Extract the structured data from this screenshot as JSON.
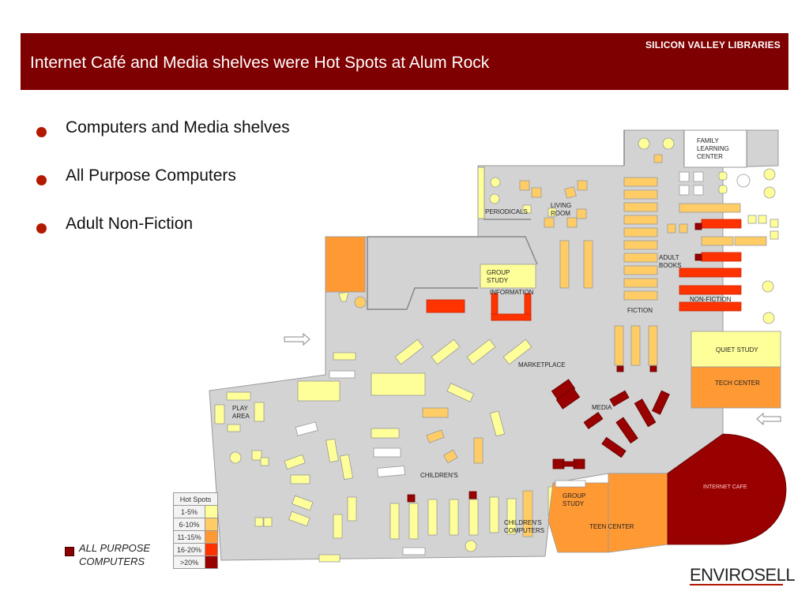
{
  "header": {
    "brand": "SILICON VALLEY LIBRARIES",
    "title": "Internet Café and Media shelves were Hot Spots at Alum Rock"
  },
  "bullets": [
    "Computers and Media shelves",
    "All Purpose Computers",
    "Adult Non-Fiction"
  ],
  "map_labels": {
    "family_learning": [
      "FAMILY",
      "LEARNING",
      "CENTER"
    ],
    "periodicals": "PERIODICALS",
    "living_room": [
      "LIVING",
      "ROOM"
    ],
    "group_study_top": [
      "GROUP",
      "STUDY"
    ],
    "information": "INFORMATION",
    "adult_books": [
      "ADULT",
      "BOOKS"
    ],
    "non_fiction": "NON-FICTION",
    "fiction": "FICTION",
    "quiet_study": "QUIET STUDY",
    "tech_center": "TECH CENTER",
    "marketplace": "MARKETPLACE",
    "media": "MEDIA",
    "play_area": [
      "PLAY",
      "AREA"
    ],
    "childrens": "CHILDREN'S",
    "group_study_bottom": [
      "GROUP",
      "STUDY"
    ],
    "childrens_computers": [
      "CHILDREN'S",
      "COMPUTERS"
    ],
    "teen_center": "TEEN CENTER",
    "internet_cafe": "INTERNET CAFE"
  },
  "legend": {
    "title": "Hot Spots",
    "rows": [
      {
        "label": "1-5%",
        "color": "#ffff99"
      },
      {
        "label": "6-10%",
        "color": "#ffcc66"
      },
      {
        "label": "11-15%",
        "color": "#ff9933"
      },
      {
        "label": "16-20%",
        "color": "#ff3300"
      },
      {
        "label": ">20%",
        "color": "#990000"
      }
    ]
  },
  "all_purpose_computers_label": "ALL PURPOSE COMPUTERS",
  "logo": "ENVIROSELL",
  "colors": {
    "header_bg": "#7f0000",
    "floor": "#d3d3d3",
    "hot_1_5": "#ffff99",
    "hot_6_10": "#ffcc66",
    "hot_11_15": "#ff9933",
    "hot_16_20": "#ff3300",
    "hot_over_20": "#990000"
  }
}
